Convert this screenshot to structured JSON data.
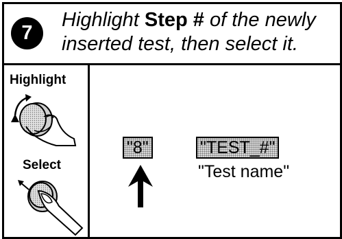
{
  "header": {
    "step_number": "7",
    "instruction_prefix": "Highlight",
    "instruction_emphasis": "Step #",
    "instruction_line1_suffix": "of the newly",
    "instruction_line2": "inserted test, then select it."
  },
  "controls": {
    "highlight_label": "Highlight",
    "select_label": "Select",
    "highlight_icon": "rotate-knob-icon",
    "select_icon": "press-knob-icon"
  },
  "display": {
    "step_value": "\"8\"",
    "test_id": "\"TEST_#\"",
    "test_name": "\"Test name\"",
    "pointer_icon": "up-arrow-icon"
  }
}
